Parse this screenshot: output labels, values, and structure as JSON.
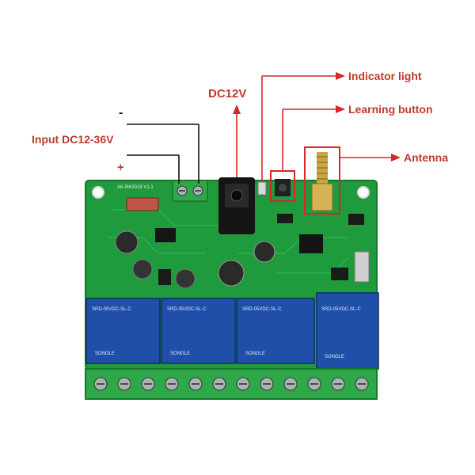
{
  "labels": {
    "indicator_light": "Indicator light",
    "learning_button": "Learning button",
    "antenna": "Antenna",
    "dc12v": "DC12V",
    "input": "Input DC12-36V",
    "minus": "-",
    "plus": "+"
  },
  "board": {
    "silk_top": "AK-RK0018 V1.1",
    "relay_model": "SRD-05VDC-SL-C",
    "relay_brand": "SONGLE",
    "relay_count": 4,
    "terminal_count": 12
  },
  "colors": {
    "pcb": "#1f9a3c",
    "relay": "#1f4fa8",
    "terminal": "#2fa84a",
    "label": "#c0392b"
  }
}
